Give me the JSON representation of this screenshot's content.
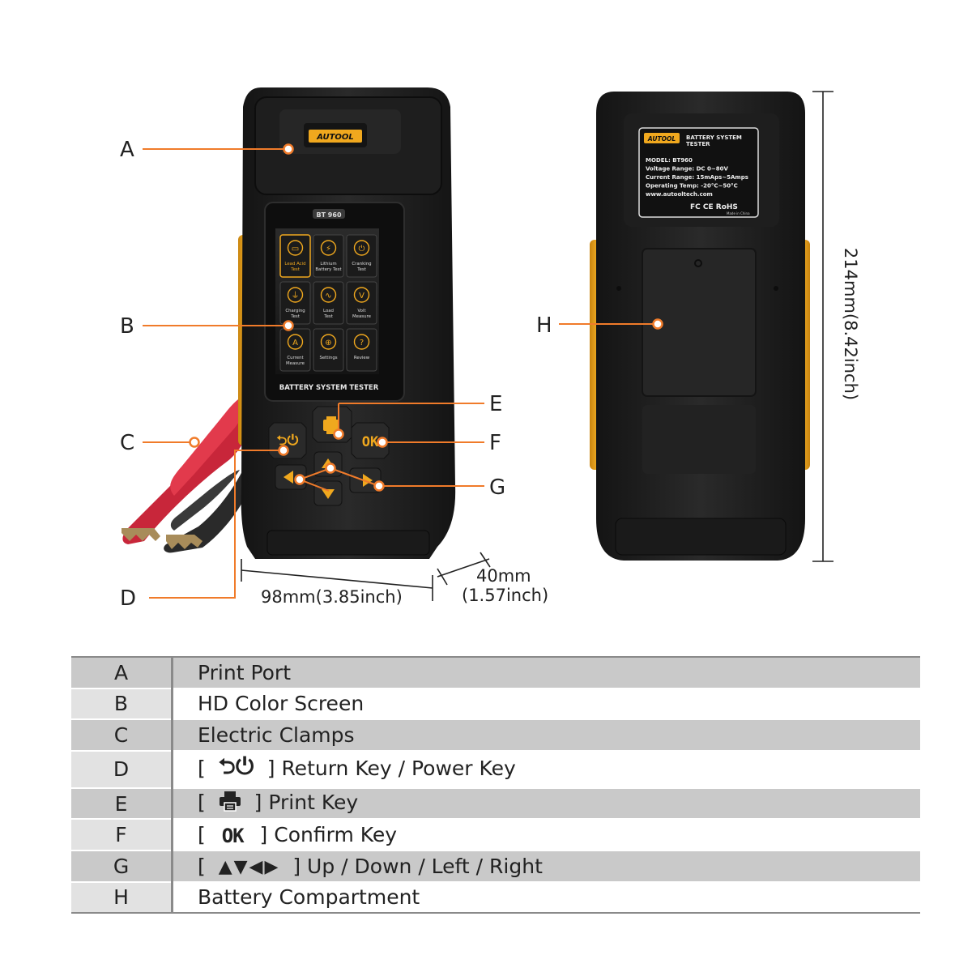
{
  "device_front": {
    "brand": "AUTOOL",
    "model_badge": "BT 960",
    "screen_tiles": [
      {
        "label": "Lead Acid\nTest",
        "icon": "battery-icon"
      },
      {
        "label": "Lithium\nBattery Test",
        "icon": "lithium-icon"
      },
      {
        "label": "Cranking\nTest",
        "icon": "power-icon"
      },
      {
        "label": "Charging\nTest",
        "icon": "plug-icon"
      },
      {
        "label": "Load\nTest",
        "icon": "pulse-icon"
      },
      {
        "label": "Volt\nMeasure",
        "icon": "volt-icon"
      },
      {
        "label": "Current\nMeasure",
        "icon": "ampere-icon"
      },
      {
        "label": "Settings",
        "icon": "globe-icon"
      },
      {
        "label": "Review",
        "icon": "question-icon"
      }
    ],
    "panel_title": "BATTERY SYSTEM TESTER",
    "ok_key": "OK"
  },
  "device_back": {
    "label_brand": "AUTOOL",
    "label_title": "BATTERY SYSTEM\nTESTER",
    "spec_lines": [
      "MODEL: BT960",
      "Voltage Range: DC 0~80V",
      "Current Range: 15mAps~5Amps",
      "Operating Temp: -20°C~50°C",
      "www.autooltech.com"
    ],
    "cert_marks": "FC CE RoHS",
    "made_in": "Made in China"
  },
  "callouts": [
    "A",
    "B",
    "C",
    "D",
    "E",
    "F",
    "G",
    "H"
  ],
  "dimensions": {
    "width": "98mm(3.85inch)",
    "depth_line1": "40mm",
    "depth_line2": "(1.57inch)",
    "height": "214mm(8.42inch)"
  },
  "legend": [
    {
      "key": "A",
      "text": "Print Port"
    },
    {
      "key": "B",
      "text": "HD Color Screen"
    },
    {
      "key": "C",
      "text": "Electric Clamps"
    },
    {
      "key": "D",
      "text": "Return Key / Power Key",
      "symbol": "return-power-icon"
    },
    {
      "key": "E",
      "text": "Print Key",
      "symbol": "printer-icon"
    },
    {
      "key": "F",
      "text": "Confirm Key",
      "symbol": "ok-key",
      "symbol_text": "OK"
    },
    {
      "key": "G",
      "text": "Up / Down / Left / Right",
      "symbol": "arrow-keys-icon"
    },
    {
      "key": "H",
      "text": "Battery Compartment"
    }
  ],
  "colors": {
    "accent_orange": "#f07b2a",
    "device_yellow": "#f0a81e",
    "device_body": "#1c1c1c",
    "clamp_red": "#d42a3a"
  }
}
